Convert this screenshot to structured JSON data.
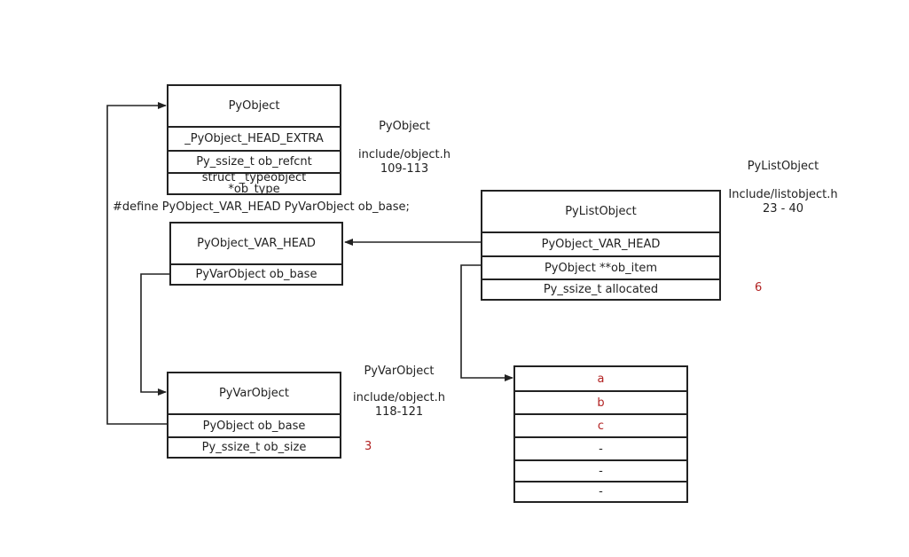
{
  "colors": {
    "stroke": "#222222",
    "highlight": "#b22222"
  },
  "pyobject": {
    "title": "PyObject",
    "fields": [
      "_PyObject_HEAD_EXTRA",
      "Py_ssize_t ob_refcnt",
      "struct _typeobject *ob_type"
    ]
  },
  "pyobject_note": {
    "title": "PyObject",
    "file": "include/object.h",
    "lines": "109-113"
  },
  "define_text": "#define PyObject_VAR_HEAD PyVarObject ob_base;",
  "var_head": {
    "title": "PyObject_VAR_HEAD",
    "fields": [
      "PyVarObject ob_base"
    ]
  },
  "pyvarobject": {
    "title": "PyVarObject",
    "fields": [
      "PyObject ob_base",
      "Py_ssize_t ob_size"
    ],
    "ob_size_value": "3"
  },
  "pyvarobject_note": {
    "title": "PyVarObject",
    "file": "include/object.h",
    "lines": "118-121"
  },
  "pylistobject": {
    "title": "PyListObject",
    "fields": [
      "PyObject_VAR_HEAD",
      "PyObject **ob_item",
      "Py_ssize_t allocated"
    ],
    "allocated_value": "6"
  },
  "pylistobject_note": {
    "title": "PyListObject",
    "file": "Include/listobject.h",
    "lines": "23 - 40"
  },
  "ob_item_array": [
    "a",
    "b",
    "c",
    "-",
    "-",
    "-"
  ]
}
